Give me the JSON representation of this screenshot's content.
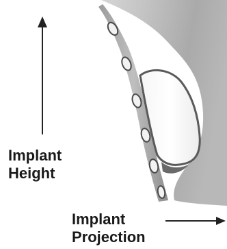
{
  "labels": {
    "height_line1": "Implant",
    "height_line2": "Height",
    "projection_line1": "Implant",
    "projection_line2": "Projection"
  }
}
